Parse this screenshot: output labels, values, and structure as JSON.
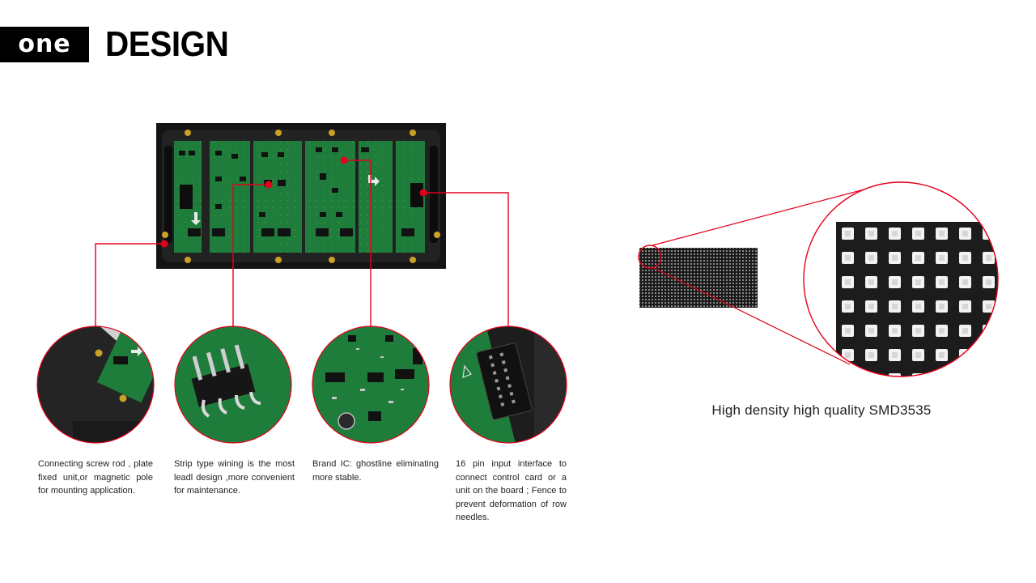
{
  "header": {
    "badge_text": "one",
    "title": "DESIGN"
  },
  "captions": [
    "Connecting screw rod , plate fixed unit,or magnetic pole for mounting application.",
    "Strip type wining is the most leadl design ,more convenient for maintenance.",
    "Brand IC: ghostline eliminating more stable.",
    "16 pin input interface to connect control card or a unit on the board ; Fence to prevent deformation of row needles."
  ],
  "smd_caption": "High density  high quality SMD3535",
  "colors": {
    "accent_red": "#e3001b",
    "pcb_green": "#1e7a3a",
    "module_black": "#151515"
  }
}
